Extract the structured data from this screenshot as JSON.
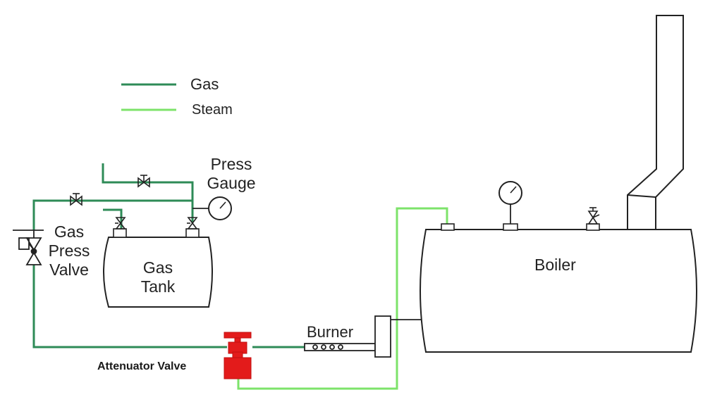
{
  "legend": {
    "gas_label": "Gas",
    "steam_label": "Steam"
  },
  "labels": {
    "press_gauge_line1": "Press",
    "press_gauge_line2": "Gauge",
    "gas_press_valve_line1": "Gas",
    "gas_press_valve_line2": "Press",
    "gas_press_valve_line3": "Valve",
    "gas_tank_line1": "Gas",
    "gas_tank_line2": "Tank",
    "boiler": "Boiler",
    "burner": "Burner",
    "attenuator_valve": "Attenuator Valve"
  },
  "colors": {
    "gas_line": "#2e8b57",
    "steam_line": "#7de36a",
    "attenuator_valve": "#e31b1b",
    "outline": "#222222"
  }
}
